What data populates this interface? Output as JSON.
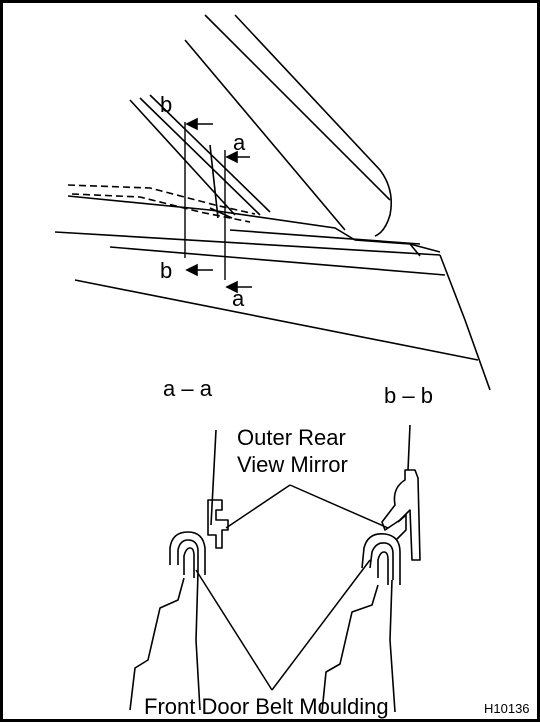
{
  "figure": {
    "section_markers": {
      "b_top": "b",
      "a_top": "a",
      "b_bottom": "b",
      "a_bottom": "a"
    },
    "section_titles": {
      "a": "a – a",
      "b": "b – b"
    },
    "callouts": {
      "mirror_line1": "Outer Rear",
      "mirror_line2": "View Mirror",
      "moulding": "Front Door Belt Moulding"
    },
    "figure_code": "H10136"
  }
}
